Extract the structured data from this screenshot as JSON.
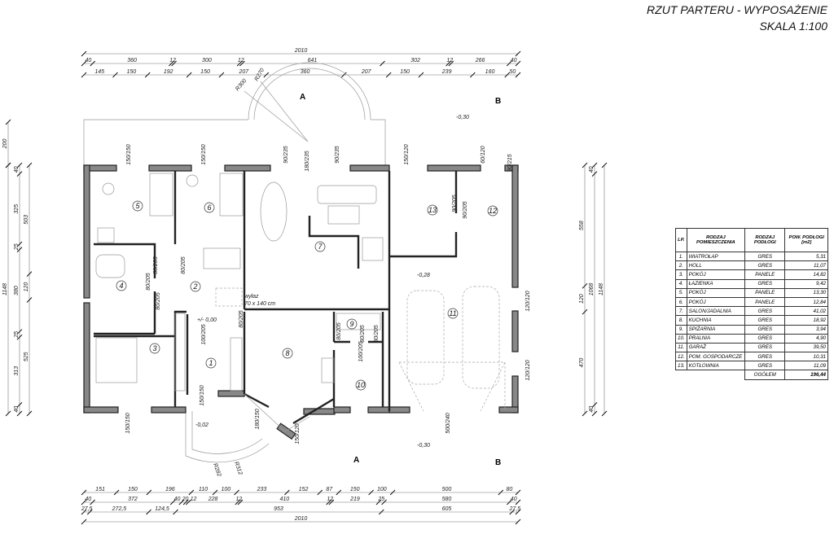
{
  "title": {
    "line1": "RZUT PARTERU - WYPOSAŻENIE",
    "line2": "SKALA 1:100"
  },
  "table": {
    "headers": [
      "LP.",
      "RODZAJ POMIESZCZENIA",
      "RODZAJ PODŁOGI",
      "POW. PODŁOGI [m2]"
    ],
    "rows": [
      {
        "lp": "1.",
        "name": "WIATROŁAP",
        "floor": "GRES",
        "area": "5,31"
      },
      {
        "lp": "2.",
        "name": "HOLL",
        "floor": "GRES",
        "area": "11,07"
      },
      {
        "lp": "3.",
        "name": "POKÓJ",
        "floor": "PANELE",
        "area": "14,82"
      },
      {
        "lp": "4.",
        "name": "ŁAZIENKA",
        "floor": "GRES",
        "area": "9,42"
      },
      {
        "lp": "5.",
        "name": "POKÓJ",
        "floor": "PANELE",
        "area": "13,30"
      },
      {
        "lp": "6.",
        "name": "POKÓJ",
        "floor": "PANELE",
        "area": "12,84"
      },
      {
        "lp": "7.",
        "name": "SALON/JADALNIA",
        "floor": "GRES",
        "area": "41,02"
      },
      {
        "lp": "8.",
        "name": "KUCHNIA",
        "floor": "GRES",
        "area": "18,92"
      },
      {
        "lp": "9.",
        "name": "SPIŻARNIA",
        "floor": "GRES",
        "area": "3,94"
      },
      {
        "lp": "10.",
        "name": "PRALNIA",
        "floor": "GRES",
        "area": "4,90"
      },
      {
        "lp": "11.",
        "name": "GARAŻ",
        "floor": "GRES",
        "area": "39,50"
      },
      {
        "lp": "12.",
        "name": "POM. GOSPODARCZE",
        "floor": "GRES",
        "area": "10,31"
      },
      {
        "lp": "13.",
        "name": "KOTŁOWNIA",
        "floor": "GRES",
        "area": "11,09"
      }
    ],
    "total_label": "OGÓŁEM",
    "total_value": "196,44"
  },
  "dimensions": {
    "top_total": "2010",
    "top_row1": [
      "40",
      "360",
      "12",
      "300",
      "12",
      "641",
      "302",
      "12",
      "266",
      "40"
    ],
    "top_row2": [
      "145",
      "150",
      "192",
      "150",
      "207",
      "360",
      "207",
      "150",
      "239",
      "160",
      "50"
    ],
    "bottom_row1": [
      "151",
      "150",
      "196",
      "110",
      "100",
      "233",
      "152",
      "87",
      "150",
      "100",
      "500",
      "80"
    ],
    "bottom_row2": [
      "40",
      "372",
      "40",
      "20",
      "12",
      "228",
      "12",
      "410",
      "12",
      "219",
      "25",
      "580",
      "40"
    ],
    "bottom_row3": [
      "27,5",
      "272,5",
      "124,5",
      "953",
      "605",
      "27,5"
    ],
    "bottom_total": "2010",
    "left_top": "200",
    "left_row1": [
      "40",
      "325",
      "25",
      "380",
      "25",
      "313",
      "40"
    ],
    "left_row2": [
      "503",
      "120",
      "525"
    ],
    "left_total": "1148",
    "right_row1": [
      "558",
      "120",
      "470"
    ],
    "right_row2": [
      "40",
      "1068",
      "40"
    ],
    "right_total": "1148"
  },
  "rooms": [
    "1",
    "2",
    "3",
    "4",
    "5",
    "6",
    "7",
    "8",
    "9",
    "10",
    "11",
    "12",
    "13"
  ],
  "levels": [
    "-0,30",
    "-0,28",
    "+/- 0,00",
    "-0,02",
    "-0,30"
  ],
  "openings": [
    "150/150",
    "150/150",
    "90/235",
    "180/235",
    "90/235",
    "150/120",
    "60/120",
    "90/215",
    "80/205",
    "80/205",
    "80/205",
    "80/205",
    "90/205",
    "100/205",
    "80/205",
    "80/205",
    "80/205",
    "80/205",
    "100/205",
    "150/150",
    "180/150",
    "150/120",
    "150/150",
    "120/120",
    "120/120",
    "500/240",
    "90/205"
  ],
  "radii": [
    "R300",
    "R270",
    "R282",
    "R312"
  ],
  "sections": {
    "a": "A",
    "b": "B"
  },
  "note": {
    "line1": "wyłaz",
    "line2": "70 x 140 cm"
  }
}
